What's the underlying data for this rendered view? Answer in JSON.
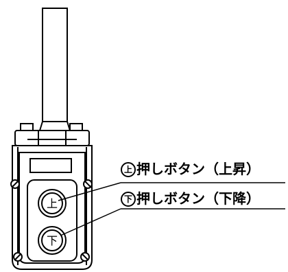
{
  "buttons": {
    "up": {
      "glyph": "上",
      "marker": "上",
      "label": "押しボタン（上昇）"
    },
    "down": {
      "glyph": "下",
      "marker": "下",
      "label": "押しボタン（下降）"
    }
  }
}
